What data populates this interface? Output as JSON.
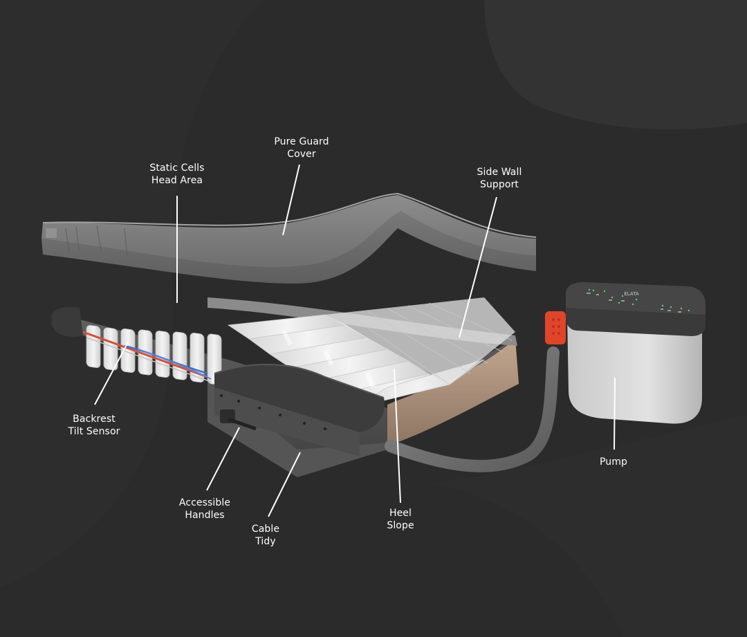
{
  "diagram": {
    "subject": "Air mattress system exploded view",
    "background_color": "#2b2b2b",
    "accent_connector_color": "#e0452a",
    "pump_brand": "ELATA",
    "callouts": [
      {
        "id": "pure-guard-cover",
        "line1": "Pure Guard",
        "line2": "Cover"
      },
      {
        "id": "static-cells-head-area",
        "line1": "Static Cells",
        "line2": "Head Area"
      },
      {
        "id": "side-wall-support",
        "line1": "Side Wall",
        "line2": "Support"
      },
      {
        "id": "backrest-tilt-sensor",
        "line1": "Backrest",
        "line2": "Tilt Sensor"
      },
      {
        "id": "accessible-handles",
        "line1": "Accessible",
        "line2": "Handles"
      },
      {
        "id": "cable-tidy",
        "line1": "Cable",
        "line2": "Tidy"
      },
      {
        "id": "heel-slope",
        "line1": "Heel",
        "line2": "Slope"
      },
      {
        "id": "pump",
        "line1": "Pump",
        "line2": ""
      }
    ]
  }
}
